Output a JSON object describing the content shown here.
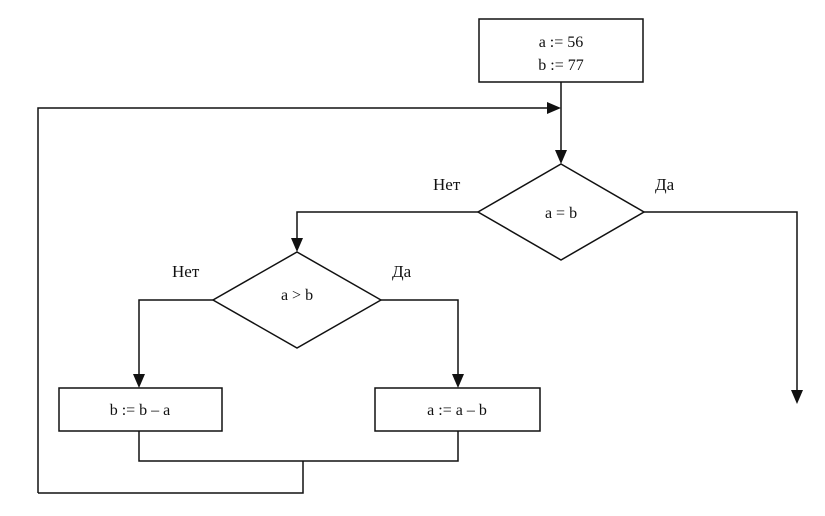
{
  "flowchart": {
    "init": {
      "line1": "a := 56",
      "line2": "b := 77"
    },
    "decision_equal": {
      "condition": "a = b",
      "no_label": "Нет",
      "yes_label": "Да"
    },
    "decision_greater": {
      "condition": "a > b",
      "no_label": "Нет",
      "yes_label": "Да"
    },
    "assign_b": {
      "text": "b := b – a"
    },
    "assign_a": {
      "text": "a := a – b"
    }
  }
}
